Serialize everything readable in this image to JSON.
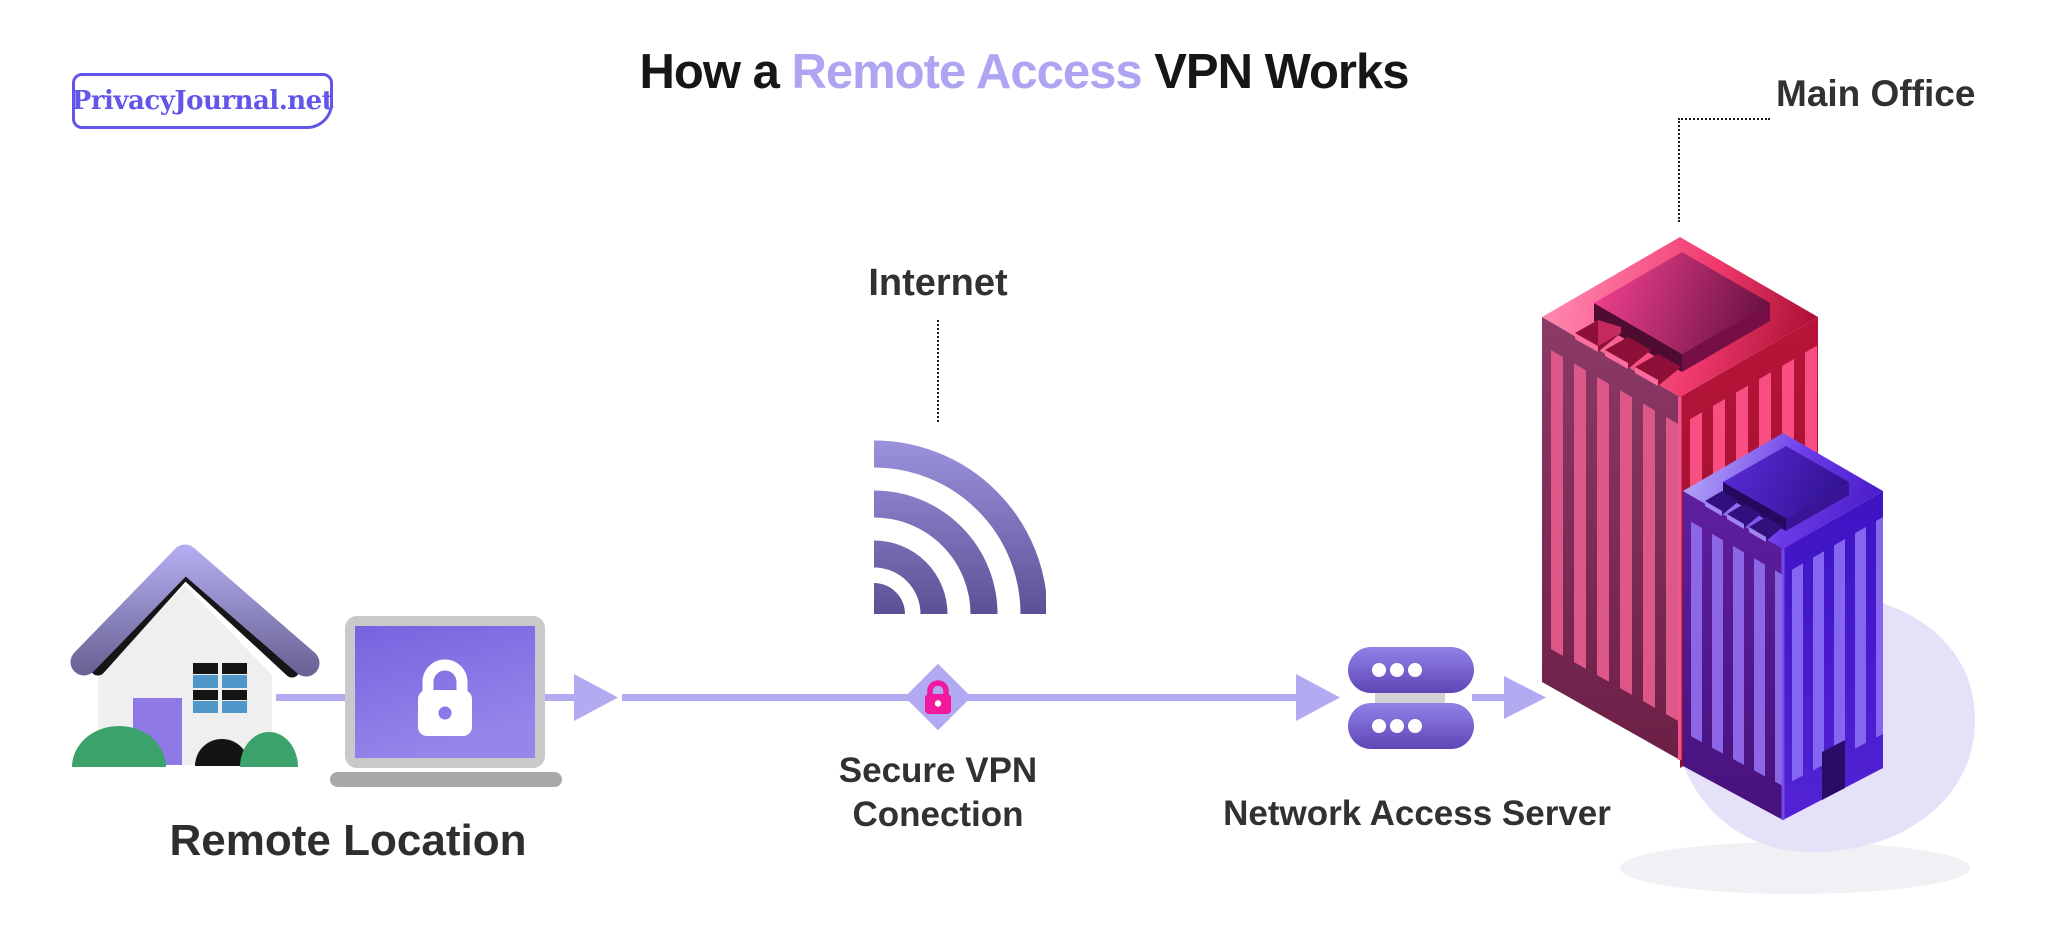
{
  "logo": {
    "text": "PrivacyJournal.net"
  },
  "title": {
    "part1": "How a ",
    "highlight": "Remote Access",
    "part2": " VPN Works"
  },
  "diagram": {
    "remote_location": {
      "label": "Remote Location",
      "icons": [
        "house-icon",
        "laptop-lock-icon"
      ]
    },
    "internet": {
      "label": "Internet",
      "icon": "wifi-signal-icon"
    },
    "secure_vpn": {
      "line1": "Secure VPN",
      "line2": "Conection",
      "icon": "padlock-diamond-icon"
    },
    "network_access_server": {
      "label": "Network Access Server",
      "icon": "server-stack-icon"
    },
    "main_office": {
      "label": "Main Office",
      "icon": "office-buildings-illustration"
    }
  },
  "colors": {
    "background": "#FFFFFF",
    "title_text": "#161618",
    "title_highlight": "#ADA4F2",
    "label_text": "#313134",
    "logo_purple": "#6156E8",
    "connector_purple": "#B3ABF2",
    "lock_pink": "#F2199E",
    "laptop_screen_purple": "#7765E0",
    "server_purple": "#8F80E0",
    "wifi_purple_top": "#9A91DC",
    "wifi_purple_bottom": "#584E92",
    "roof_purple": "#6A6496",
    "door_purple": "#8F79E6",
    "window_blue": "#4E97C8",
    "bush_green": "#3BA26B",
    "building_pink": "#E8326E",
    "building_purple": "#5B2BE0",
    "blob_lavender": "#E6E1F8"
  }
}
